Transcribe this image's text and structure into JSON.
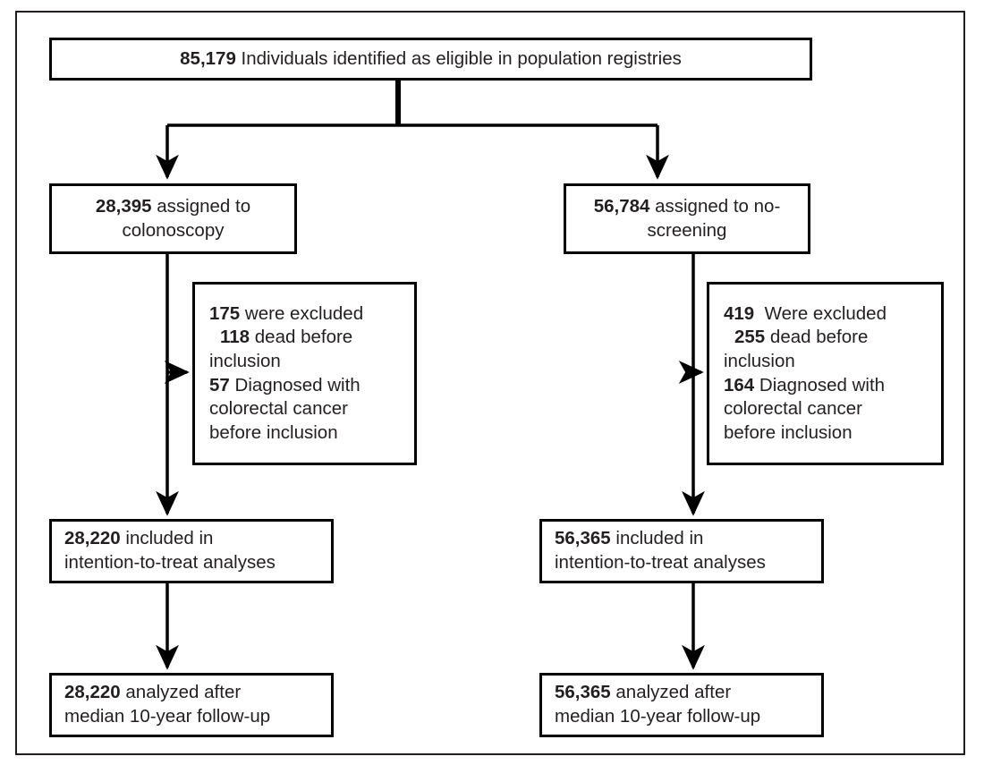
{
  "figure": {
    "type": "crt-participant-flow-diagram",
    "title_text": "",
    "frame_color": "#231f20",
    "box_border_color": "#000000",
    "connector_color": "#000000",
    "background": "#ffffff"
  },
  "nodes": {
    "enrollment": {
      "count": "85,179",
      "text": " Individuals identified as eligible in population registries",
      "align": "center"
    },
    "colonoscopy_arm": {
      "count": "28,395",
      "line1_rest": " assigned to",
      "line2": "colonoscopy",
      "align": "center"
    },
    "noscreening_arm": {
      "count": "56,784",
      "line1_rest": " assigned to no-",
      "line2": "screening",
      "align": "center"
    },
    "excluded_left": {
      "total_count": "175",
      "total_text": " were excluded",
      "dead_count": "118",
      "dead_text": " dead before",
      "dead_text_cont": "inclusion",
      "crc_count": "57",
      "crc_text": " Diagnosed with",
      "crc_text_cont1": "colorectal cancer",
      "crc_text_cont2": "before inclusion"
    },
    "excluded_right": {
      "total_count": "419",
      "total_text": "  Were excluded",
      "dead_count": "255",
      "dead_text": " dead before",
      "dead_text_cont": "inclusion",
      "crc_count": "164",
      "crc_text": " Diagnosed with",
      "crc_text_cont1": "colorectal cancer",
      "crc_text_cont2": "before inclusion"
    },
    "itt_left": {
      "count": "28,220",
      "line1_rest": " included in",
      "line2": "intention-to-treat analyses"
    },
    "itt_right": {
      "count": "56,365",
      "line1_rest": " included in",
      "line2": "intention-to-treat analyses"
    },
    "analyzed_left": {
      "count": "28,220",
      "line1_rest": " analyzed after",
      "line2": "median 10-year follow-up"
    },
    "analyzed_right": {
      "count": "56,365",
      "line1_rest": " analyzed after",
      "line2": "median 10-year follow-up"
    }
  },
  "chart_data": {
    "type": "diagram",
    "title": "Participant flow (CONSORT-style)",
    "nodes": [
      {
        "id": "enrollment",
        "label": "85,179 Individuals identified as eligible in population registries",
        "value": 85179
      },
      {
        "id": "colonoscopy_arm",
        "label": "28,395 assigned to colonoscopy",
        "value": 28395
      },
      {
        "id": "noscreening_arm",
        "label": "56,784 assigned to no-screening",
        "value": 56784
      },
      {
        "id": "excluded_left",
        "label": "175 were excluded; 118 dead before inclusion; 57 Diagnosed with colorectal cancer before inclusion",
        "value": 175
      },
      {
        "id": "excluded_right",
        "label": "419 Were excluded; 255 dead before inclusion; 164 Diagnosed with colorectal cancer before inclusion",
        "value": 419
      },
      {
        "id": "itt_left",
        "label": "28,220 included in intention-to-treat analyses",
        "value": 28220
      },
      {
        "id": "itt_right",
        "label": "56,365 included in intention-to-treat analyses",
        "value": 56365
      },
      {
        "id": "analyzed_left",
        "label": "28,220 analyzed after median 10-year follow-up",
        "value": 28220
      },
      {
        "id": "analyzed_right",
        "label": "56,365 analyzed after median 10-year follow-up",
        "value": 56365
      }
    ],
    "edges": [
      {
        "from": "enrollment",
        "to": "colonoscopy_arm"
      },
      {
        "from": "enrollment",
        "to": "noscreening_arm"
      },
      {
        "from": "colonoscopy_arm",
        "to": "excluded_left"
      },
      {
        "from": "colonoscopy_arm",
        "to": "itt_left"
      },
      {
        "from": "noscreening_arm",
        "to": "excluded_right"
      },
      {
        "from": "noscreening_arm",
        "to": "itt_right"
      },
      {
        "from": "itt_left",
        "to": "analyzed_left"
      },
      {
        "from": "itt_right",
        "to": "analyzed_right"
      }
    ]
  }
}
